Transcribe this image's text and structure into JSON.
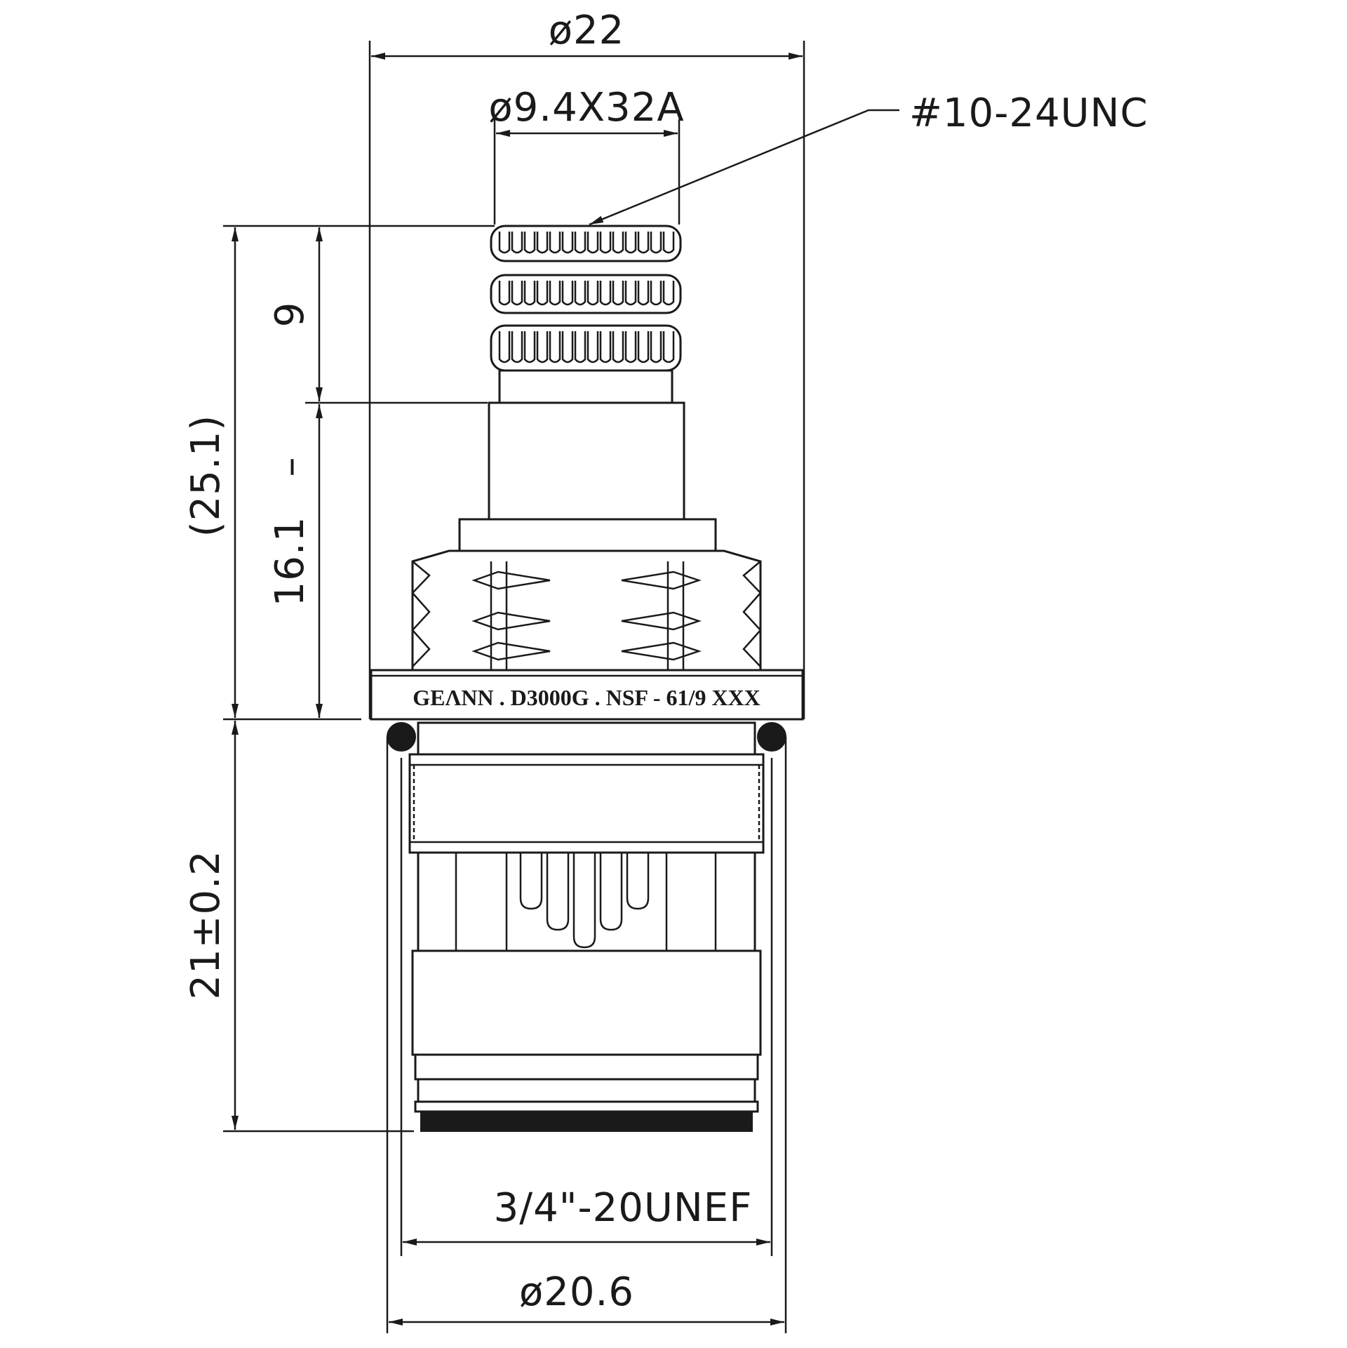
{
  "dimensions": {
    "top_diameter": "ø22",
    "spline": "ø9.4X32A",
    "thread_callout": "#10-24UNC",
    "spline_height": "9",
    "stem_height": "16.1",
    "stem_tolerance": "–",
    "overall_ref": "(25.1)",
    "lower_height": "21±0.2",
    "base_thread": "3/4\"-20UNEF",
    "base_diameter": "ø20.6"
  },
  "marking": {
    "ring_text": "GEΛNN . D3000G . NSF - 61/9 XXX"
  },
  "colors": {
    "ink": "#1a1a1a",
    "paper": "#ffffff"
  }
}
